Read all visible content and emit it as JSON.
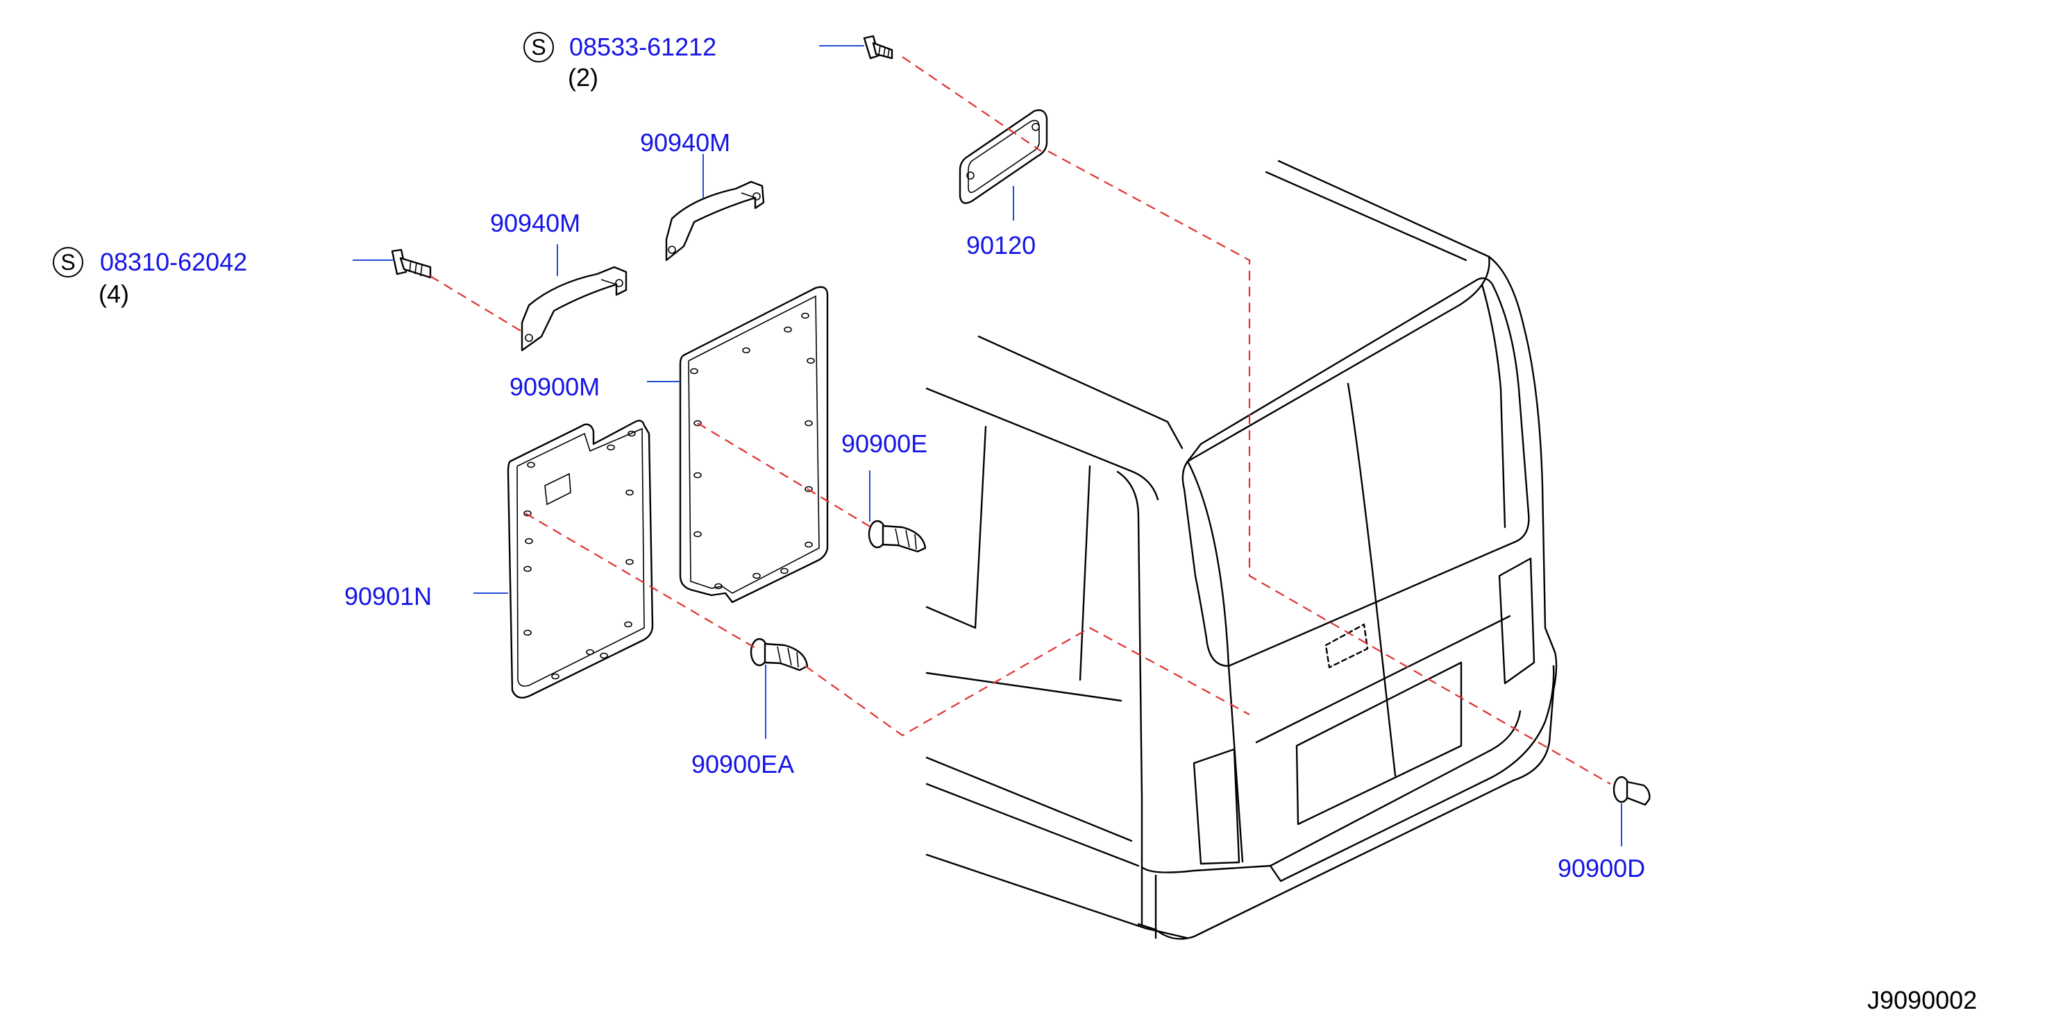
{
  "colors": {
    "part_label": "#1414e6",
    "text": "#000000",
    "dashed_line": "#e03030",
    "leader_line": "#1f4fd6",
    "background": "#ffffff"
  },
  "standard_parts": [
    {
      "id": "s1",
      "badge": "S",
      "part_no": "08533-61212",
      "qty": "(2)"
    },
    {
      "id": "s2",
      "badge": "S",
      "part_no": "08310-62042",
      "qty": "(4)"
    }
  ],
  "parts": {
    "handle_upper": "90940M",
    "handle_lower": "90940M",
    "plate": "90120",
    "trim_upper": "90900M",
    "clip_e": "90900E",
    "trim_lower": "90901N",
    "clip_ea": "90900EA",
    "clip_d": "90900D"
  },
  "diagram_id": "J9090002"
}
